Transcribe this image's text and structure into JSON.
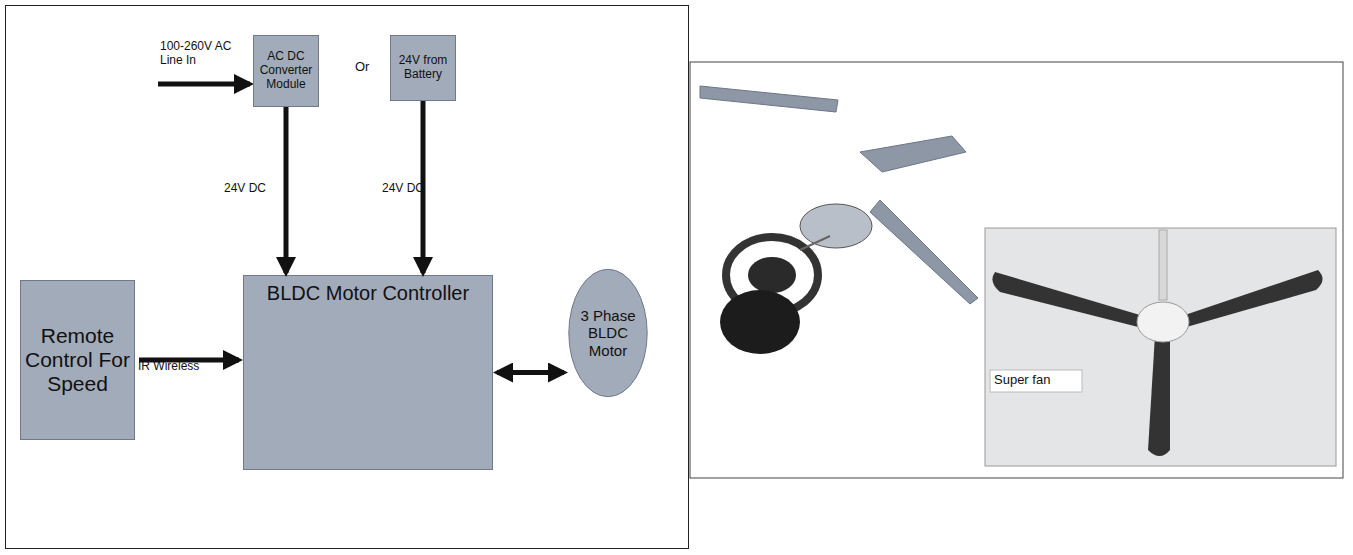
{
  "diagram": {
    "nodes": [
      {
        "text": [
          "AC DC Converter Module"
        ]
      },
      {
        "text": [
          "24V from Battery"
        ]
      },
      {
        "text": [
          "Remote Control For Speed"
        ]
      },
      {
        "text": [
          "BLDC Motor Controller"
        ]
      },
      {
        "text": [
          "3 Phase BLDC Motor"
        ]
      }
    ],
    "edges": [
      {
        "from": 0,
        "to": 3,
        "label": "24V DC",
        "arrow": "to"
      },
      {
        "from": 1,
        "to": 3,
        "label": "24V DC",
        "arrow": "to"
      },
      {
        "from": 2,
        "to": 3,
        "label": "IR Wireless",
        "arrow": "to"
      },
      {
        "from": 3,
        "to": 4,
        "arrow": "both"
      }
    ],
    "labels": [
      "100-260V AC Line In",
      "Or",
      "Super fan"
    ]
  }
}
